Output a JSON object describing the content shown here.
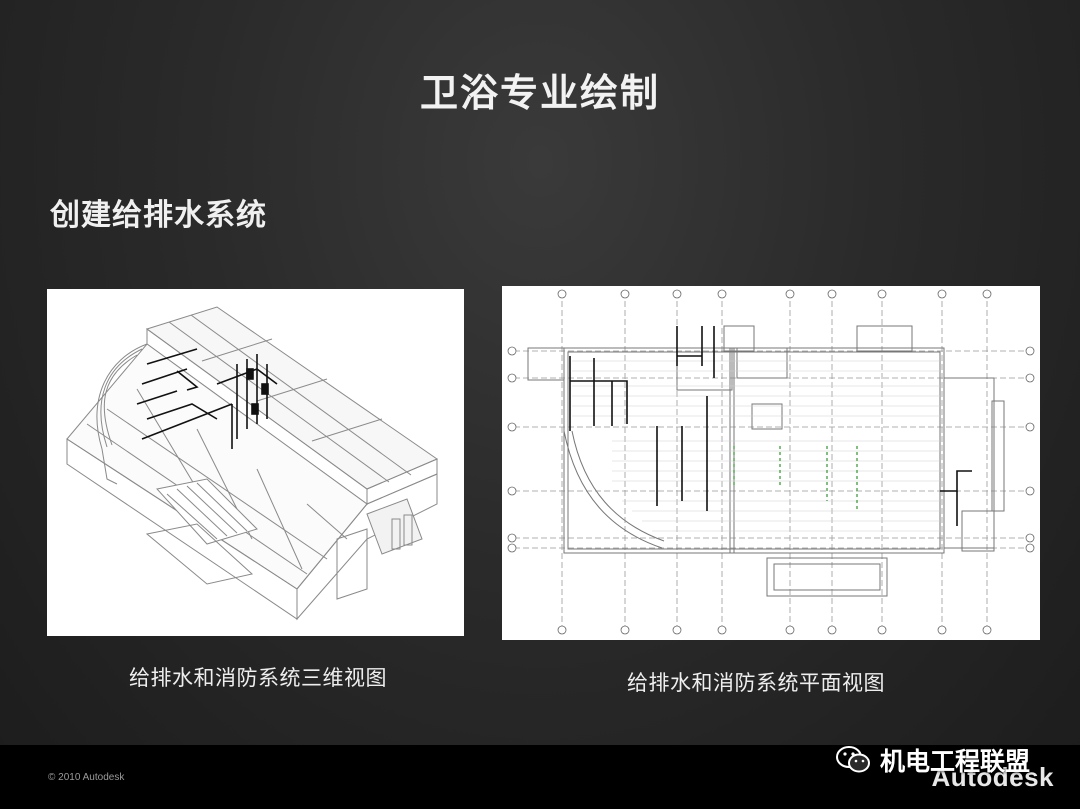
{
  "slide": {
    "title": "卫浴专业绘制",
    "section_heading": "创建给排水系统"
  },
  "figures": [
    {
      "caption": "给排水和消防系统三维视图"
    },
    {
      "caption": "给排水和消防系统平面视图"
    }
  ],
  "footer": {
    "copyright": "© 2010 Autodesk",
    "logo": "Autodesk"
  },
  "watermark": {
    "icon": "wechat-icon",
    "text": "机电工程联盟"
  },
  "colors": {
    "background": "#2a2a2a",
    "footer": "#000000",
    "text": "#f2f2f2"
  }
}
